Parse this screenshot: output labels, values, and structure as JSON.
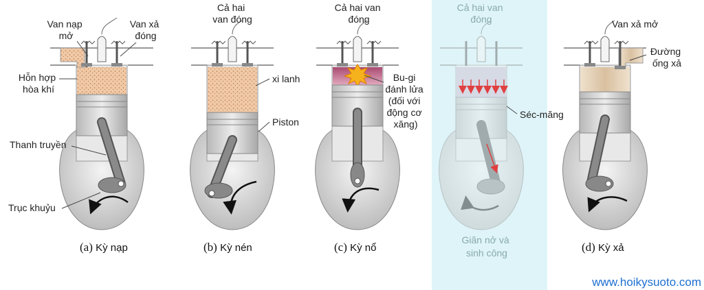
{
  "labels": {
    "a_intake_open": [
      "Van nạp",
      "mở"
    ],
    "a_exhaust_closed": [
      "Van xả",
      "đóng"
    ],
    "a_mixture": [
      "Hỗn hợp",
      "hòa khí"
    ],
    "a_rod": "Thanh truyền",
    "a_crank": "Trục khuỷu",
    "b_both_closed": [
      "Cả hai",
      "van đóng"
    ],
    "b_cylinder": "xi lanh",
    "b_piston": "Piston",
    "c_both_closed": [
      "Cả hai van",
      "đóng"
    ],
    "c_spark": [
      "Bu-gi",
      "đánh lửa",
      "(đối với",
      "động cơ",
      "xăng)"
    ],
    "e_both_closed": [
      "Cả hai van",
      "đóng"
    ],
    "e_ring": "Séc-măng",
    "e_power": [
      "Giãn nở và",
      "sinh công"
    ],
    "d_exhaust_open": "Van xả mở",
    "d_exhaust_pipe": [
      "Đường",
      "ống xả"
    ]
  },
  "captions": {
    "a_letter": "(a)",
    "a_text": "Kỳ nạp",
    "b_letter": "(b)",
    "b_text": "Kỳ nén",
    "c_letter": "(c)",
    "c_text": "Kỳ nổ",
    "d_letter": "(d)",
    "d_text": "Kỳ xả"
  },
  "watermark": "www.hoikysuoto.com",
  "colors": {
    "highlight": "#dff4f8",
    "mixture": "#f1c9a6",
    "burn": "#c86d8e",
    "exhaust": "#e6d2b8",
    "metal": "#c9c9c9",
    "arrow_red": "#e04040",
    "url": "#1d6fd1"
  }
}
